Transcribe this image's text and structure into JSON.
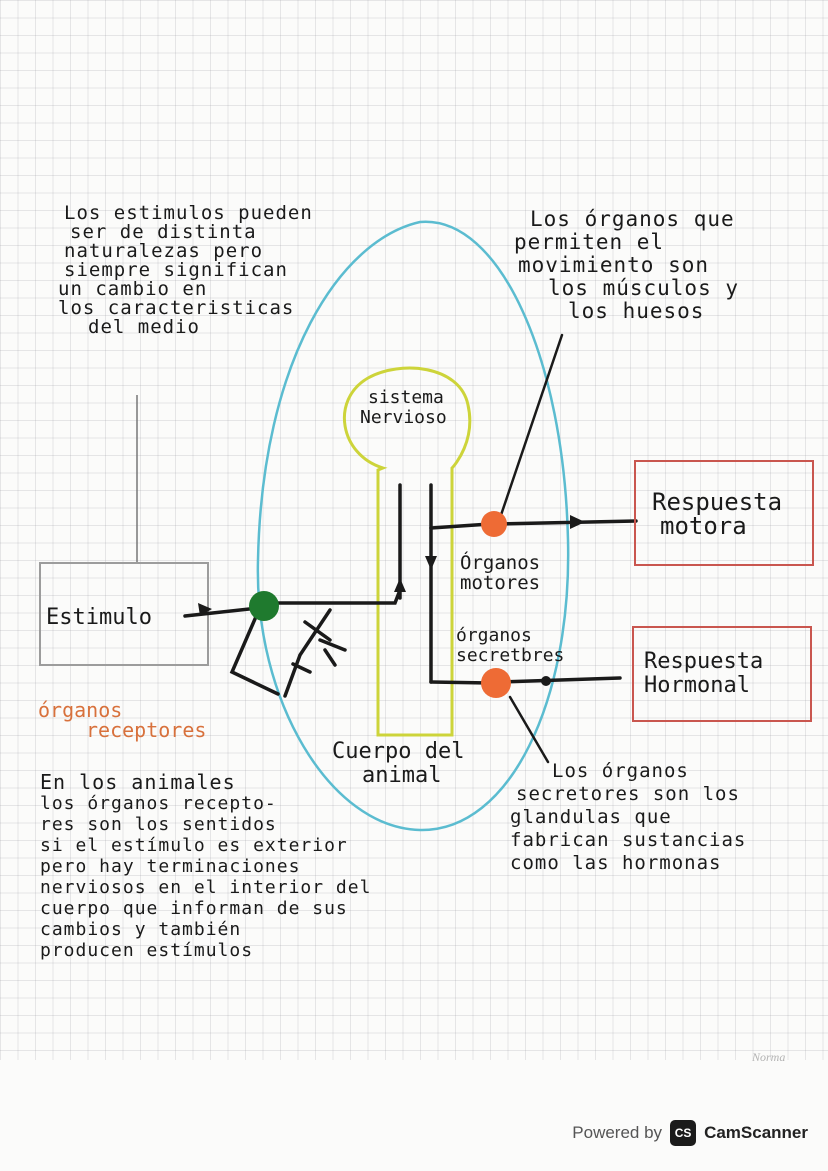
{
  "annotations": {
    "stimulus_note": [
      "Los estimulos pueden",
      "ser de distinta",
      "naturalezas pero",
      "siempre significan",
      "un cambio en",
      "los caracteristicas",
      "del medio"
    ],
    "motor_note": [
      "Los órganos que",
      "permiten el",
      "movimiento son",
      "los músculos y",
      "los huesos"
    ],
    "receptor_note": [
      "En los animales",
      "los órganos recepto-",
      "res son los sentidos",
      "si el estímulo es exterior",
      "pero hay terminaciones",
      "nerviosos en el interior del",
      "cuerpo que informan de sus",
      "cambios y también",
      "producen estímulos"
    ],
    "secretor_note": [
      "Los órganos",
      "secretores son los",
      "glandulas que",
      "fabrican sustancias",
      "como las hormonas"
    ]
  },
  "labels": {
    "sistema": "sistema",
    "nervioso": "Nervioso",
    "estimulo": "Estimulo",
    "organos": "órganos",
    "receptores": "receptores",
    "organos_motores_1": "Órganos",
    "organos_motores_2": "motores",
    "organos_secretores_1": "órganos",
    "organos_secretores_2": "secretbres",
    "respuesta_motora_1": "Respuesta",
    "respuesta_motora_2": "motora",
    "respuesta_hormonal_1": "Respuesta",
    "respuesta_hormonal_2": "Hormonal",
    "cuerpo": "Cuerpo del",
    "animal": "animal"
  },
  "footer": {
    "powered_by": "Powered by",
    "logo_text": "CS",
    "brand": "CamScanner",
    "norma": "Norma"
  },
  "colors": {
    "outline_cyan": "#5bbcd0",
    "nervous_yellow": "#cdd43a",
    "ink": "#1a1a1a",
    "receptor_green": "#1f7a2e",
    "effector_orange": "#ee6b35",
    "response_box_red": "#c9564f",
    "receptor_label_orange": "#d8713c"
  }
}
